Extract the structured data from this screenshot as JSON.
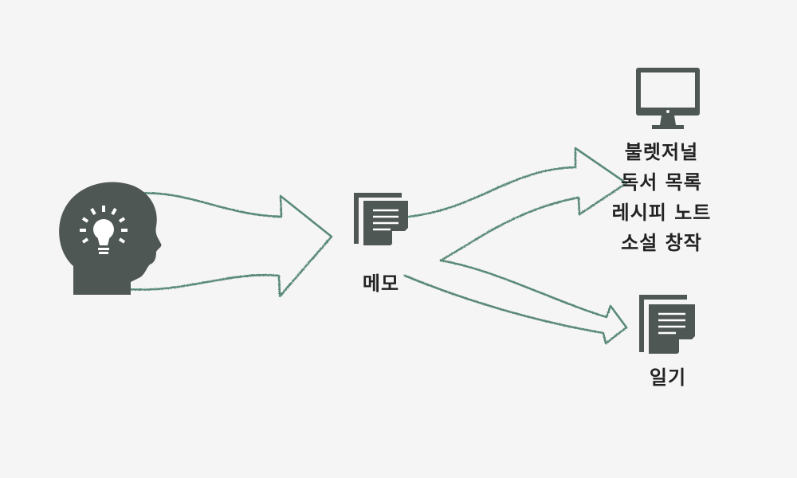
{
  "nodes": {
    "memo": {
      "label": "메모",
      "icon": "document-icon"
    },
    "digital": {
      "icon": "monitor-icon",
      "items": [
        "불렛저널",
        "독서 목록",
        "레시피 노트",
        "소설 창작"
      ]
    },
    "diary": {
      "label": "일기",
      "icon": "document-icon"
    },
    "idea": {
      "icon": "head-with-lightbulb-icon"
    }
  },
  "colors": {
    "icon": "#4f5754",
    "arrow": "#5a8a77",
    "background": "#f5f5f5",
    "text": "#222222"
  }
}
